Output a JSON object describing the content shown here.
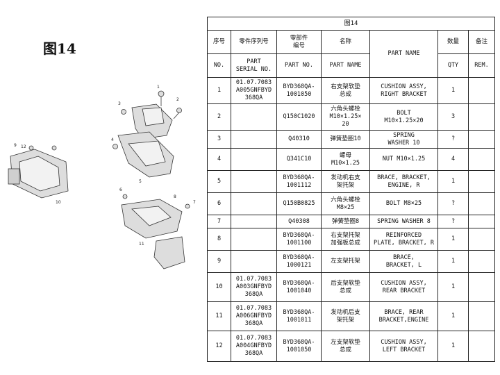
{
  "figure_label": "图14",
  "table_caption": "图14",
  "headers": {
    "no_cn": "序号",
    "no_en": "NO.",
    "serial_cn": "零件序列号",
    "serial_en": [
      "PART",
      "SERIAL NO."
    ],
    "partno_cn": [
      "零部件",
      "编号"
    ],
    "partno_en": "PART NO.",
    "name_cn": "名称",
    "name_en": "PART NAME",
    "name_en_top": "PART NAME",
    "qty_cn": "数量",
    "qty_en": "QTY",
    "rem_cn": "备注",
    "rem_en": "REM."
  },
  "rows": [
    {
      "no": "1",
      "serial": [
        "01.07.7083",
        "A005GNFBYD",
        "368QA"
      ],
      "part_no": [
        "BYD368QA-",
        "1001050"
      ],
      "name_cn": [
        "右支架软垫",
        "总成"
      ],
      "name_en": [
        "CUSHION ASSY,",
        "RIGHT BRACKET"
      ],
      "qty": "1"
    },
    {
      "no": "2",
      "serial": [],
      "part_no": [
        "Q150C1020"
      ],
      "name_cn": [
        "六角头螺栓",
        "M10×1.25×",
        "20"
      ],
      "name_en": [
        "BOLT",
        "M10×1.25×20"
      ],
      "qty": "3"
    },
    {
      "no": "3",
      "serial": [],
      "part_no": [
        "Q40310"
      ],
      "name_cn": [
        "弹簧垫圈10"
      ],
      "name_en": [
        "SPRING",
        "WASHER 10"
      ],
      "qty": "?"
    },
    {
      "no": "4",
      "serial": [],
      "part_no": [
        "Q341C10"
      ],
      "name_cn": [
        "螺母",
        "M10×1.25"
      ],
      "name_en": [
        "NUT M10×1.25"
      ],
      "qty": "4"
    },
    {
      "no": "5",
      "serial": [],
      "part_no": [
        "BYD368QA-",
        "1001112"
      ],
      "name_cn": [
        "发动机右支",
        "架托架"
      ],
      "name_en": [
        "BRACE, BRACKET,",
        "ENGINE, R"
      ],
      "qty": "1"
    },
    {
      "no": "6",
      "serial": [],
      "part_no": [
        "Q150B0825"
      ],
      "name_cn": [
        "六角头螺栓",
        "M8×25"
      ],
      "name_en": [
        "BOLT M8×25"
      ],
      "qty": "?"
    },
    {
      "no": "7",
      "serial": [],
      "part_no": [
        "Q40308"
      ],
      "name_cn": [
        "弹簧垫圈8"
      ],
      "name_en": [
        "SPRING WASHER 8"
      ],
      "qty": "?"
    },
    {
      "no": "8",
      "serial": [],
      "part_no": [
        "BYD368QA-",
        "1001100"
      ],
      "name_cn": [
        "右支架托架",
        "加强板总成"
      ],
      "name_en": [
        "REINFORCED",
        "PLATE, BRACKET, R"
      ],
      "qty": "1"
    },
    {
      "no": "9",
      "serial": [],
      "part_no": [
        "BYD368QA-",
        "1000121"
      ],
      "name_cn": [
        "左支架托架"
      ],
      "name_en": [
        "BRACE,",
        "BRACKET, L"
      ],
      "qty": "1"
    },
    {
      "no": "10",
      "serial": [
        "01.07.7083",
        "A003GNFBYD",
        "368QA"
      ],
      "part_no": [
        "BYD368QA-",
        "1001040"
      ],
      "name_cn": [
        "后支架软垫",
        "总成"
      ],
      "name_en": [
        "CUSHION ASSY,",
        "REAR BRACKET"
      ],
      "qty": "1"
    },
    {
      "no": "11",
      "serial": [
        "01.07.7083",
        "A006GNFBYD",
        "368QA"
      ],
      "part_no": [
        "BYD368QA-",
        "1001011"
      ],
      "name_cn": [
        "发动机后支",
        "架托架"
      ],
      "name_en": [
        "BRACE, REAR",
        "BRACKET,ENGINE"
      ],
      "qty": "1"
    },
    {
      "no": "12",
      "serial": [
        "01.07.7083",
        "A004GNFBYD",
        "368QA"
      ],
      "part_no": [
        "BYD368QA-",
        "1001050"
      ],
      "name_cn": [
        "左支架软垫",
        "总成"
      ],
      "name_en": [
        "CUSHION ASSY,",
        "LEFT BRACKET"
      ],
      "qty": "1"
    }
  ],
  "callouts": [
    "1",
    "2",
    "3",
    "4",
    "5",
    "6",
    "7",
    "8",
    "9",
    "10",
    "11",
    "12"
  ]
}
